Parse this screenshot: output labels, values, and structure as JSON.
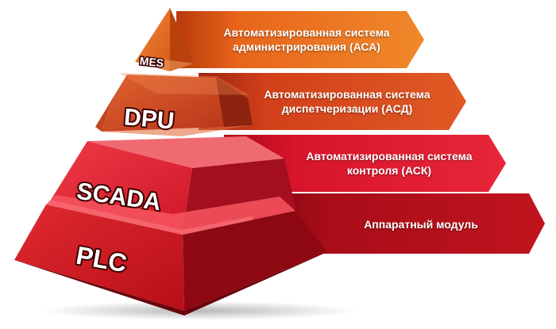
{
  "levels": [
    {
      "abbr": "MES",
      "description": [
        "Автоматизированная система",
        "администрирования (АСА)"
      ],
      "color": "#e8661c"
    },
    {
      "abbr": "DPU",
      "description": [
        "Автоматизированная система",
        "диспетчеризации (АСД)"
      ],
      "color": "#d9471a"
    },
    {
      "abbr": "SCADA",
      "description": [
        "Автоматизированная система",
        "контроля (АСК)"
      ],
      "color": "#df1c2b"
    },
    {
      "abbr": "PLC",
      "description": [
        "Аппаратный модуль"
      ],
      "color": "#c9141c"
    }
  ]
}
